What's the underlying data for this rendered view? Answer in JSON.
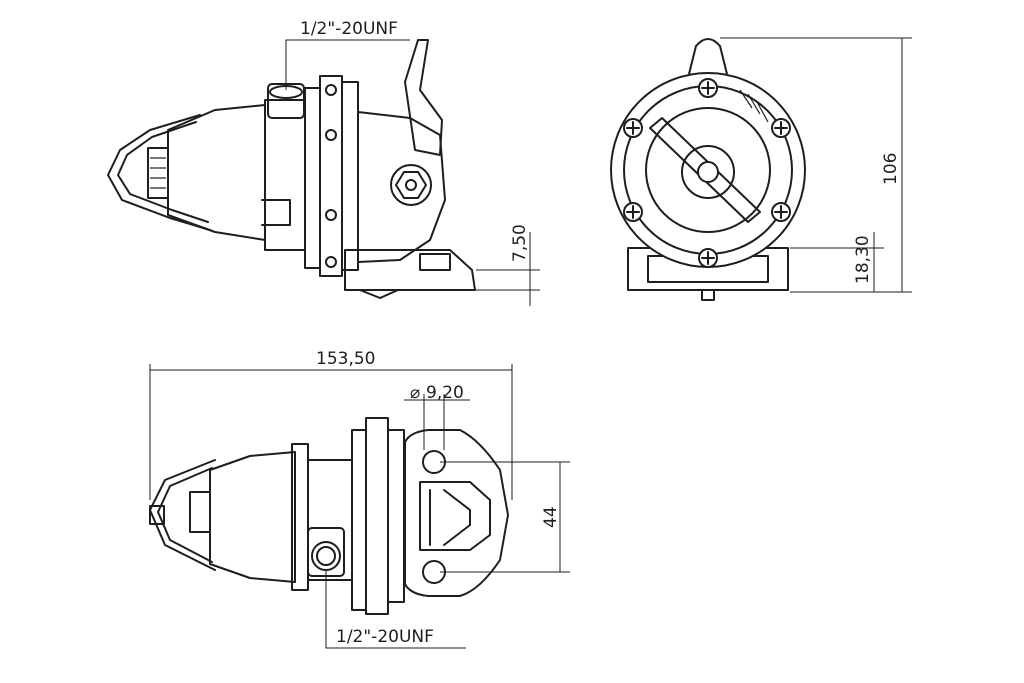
{
  "dimensions": {
    "thread_top": "1/2\"-20UNF",
    "thread_bottom": "1/2\"-20UNF",
    "offset_side": "7,50",
    "height_total": "106",
    "base_height": "18,30",
    "length_total": "153,50",
    "hole_diameter": "9,20",
    "flange_width": "44"
  },
  "colors": {
    "line": "#1e1e1e",
    "background": "#ffffff"
  }
}
